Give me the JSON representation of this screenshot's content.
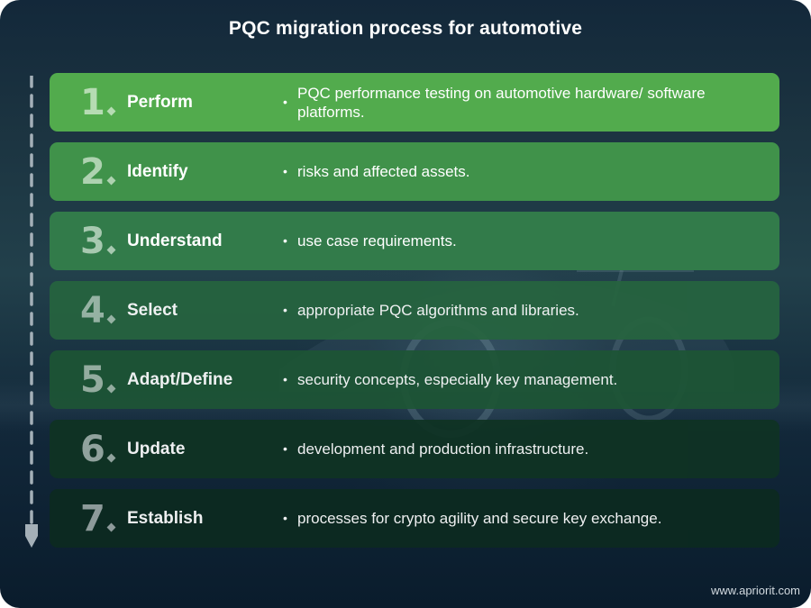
{
  "title": "PQC migration process for automotive",
  "steps": [
    {
      "number": "1",
      "action": "Perform",
      "description": "PQC performance testing on automotive hardware/ software platforms.",
      "bg": "#52ab4d",
      "num_color": "#b6dcb3"
    },
    {
      "number": "2",
      "action": "Identify",
      "description": "risks and affected assets.",
      "bg": "#40924a",
      "num_color": "#aed2b0"
    },
    {
      "number": "3",
      "action": "Understand",
      "description": "use case requirements.",
      "bg": "#327b4a",
      "num_color": "#a7c9b0"
    },
    {
      "number": "4",
      "action": "Select",
      "description": "appropriate PQC algorithms and libraries.",
      "bg": "#26643f",
      "num_color": "#9fbcab"
    },
    {
      "number": "5",
      "action": "Adapt/Define",
      "description": "security concepts, especially key management.",
      "bg": "#1d5535",
      "num_color": "#9db6a7"
    },
    {
      "number": "6",
      "action": "Update",
      "description": "development and production infrastructure.",
      "bg": "#0f3323",
      "num_color": "#9aaca5"
    },
    {
      "number": "7",
      "action": "Establish",
      "description": "processes for crypto agility and secure key exchange.",
      "bg": "#0c2a20",
      "num_color": "#97a4a2"
    }
  ],
  "colors": {
    "timeline": "#a4b0b8",
    "background_top": "#13283a",
    "background_bottom": "#0a1c2c"
  },
  "footer": "www.apriorit.com"
}
